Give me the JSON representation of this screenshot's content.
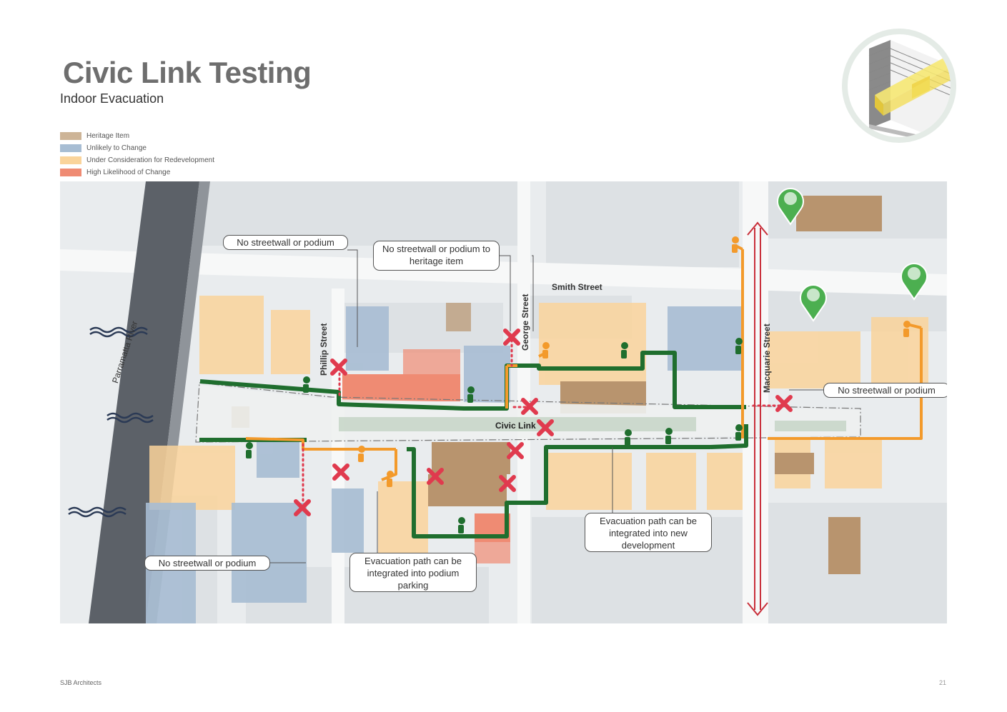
{
  "header": {
    "title": "Civic Link Testing",
    "subtitle": "Indoor Evacuation"
  },
  "legend": [
    {
      "label": "Heritage Item",
      "color": "#cdb497"
    },
    {
      "label": "Unlikely to Change",
      "color": "#a7bdd3"
    },
    {
      "label": "Under Consideration for Redevelopment",
      "color": "#fad49b"
    },
    {
      "label": "High Likelihood of Change",
      "color": "#ef8b73"
    }
  ],
  "map": {
    "streets": {
      "smith": "Smith Street",
      "phillip": "Phillip Street",
      "george": "George Street",
      "macquarie": "Macquarie Street",
      "river": "Parramatta River",
      "civic_link": "Civic Link"
    },
    "callouts": {
      "no_streetwall_1": "No streetwall or podium",
      "no_streetwall_heritage": "No streetwall or podium to heritage item",
      "no_streetwall_right": "No streetwall or podium",
      "no_streetwall_bottom": "No streetwall or podium",
      "podium_parking": "Evacuation path can be integrated into podium parking",
      "new_development": "Evacuation path can be integrated into new development"
    },
    "colors": {
      "evac_green": "#1f6e2e",
      "evac_orange": "#f39a2b",
      "block_marker": "#e03a4e",
      "arrow_red": "#c9303b",
      "pin_green": "#4caf50"
    }
  },
  "footer": {
    "firm": "SJB Architects",
    "page": "21"
  }
}
